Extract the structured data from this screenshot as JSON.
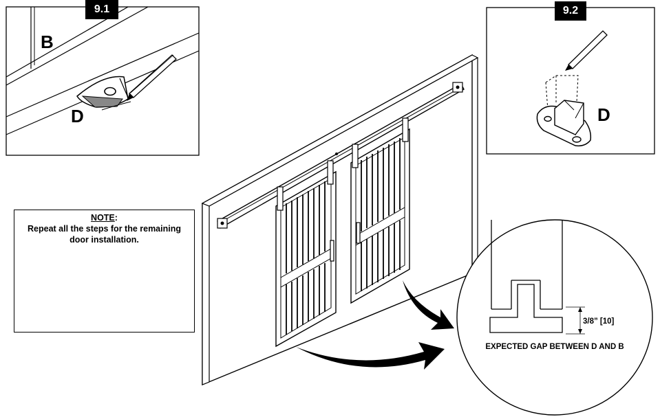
{
  "steps": {
    "step1": {
      "tag": "9.1",
      "label_b": "B",
      "label_d": "D"
    },
    "step2": {
      "tag": "9.2",
      "label_d": "D"
    }
  },
  "note": {
    "title": "NOTE",
    "title_suffix": ":",
    "body": "Repeat all the steps for the remaining door installation."
  },
  "detail": {
    "measurement": "3/8” [10]",
    "caption": "EXPECTED GAP BETWEEN D AND B"
  }
}
